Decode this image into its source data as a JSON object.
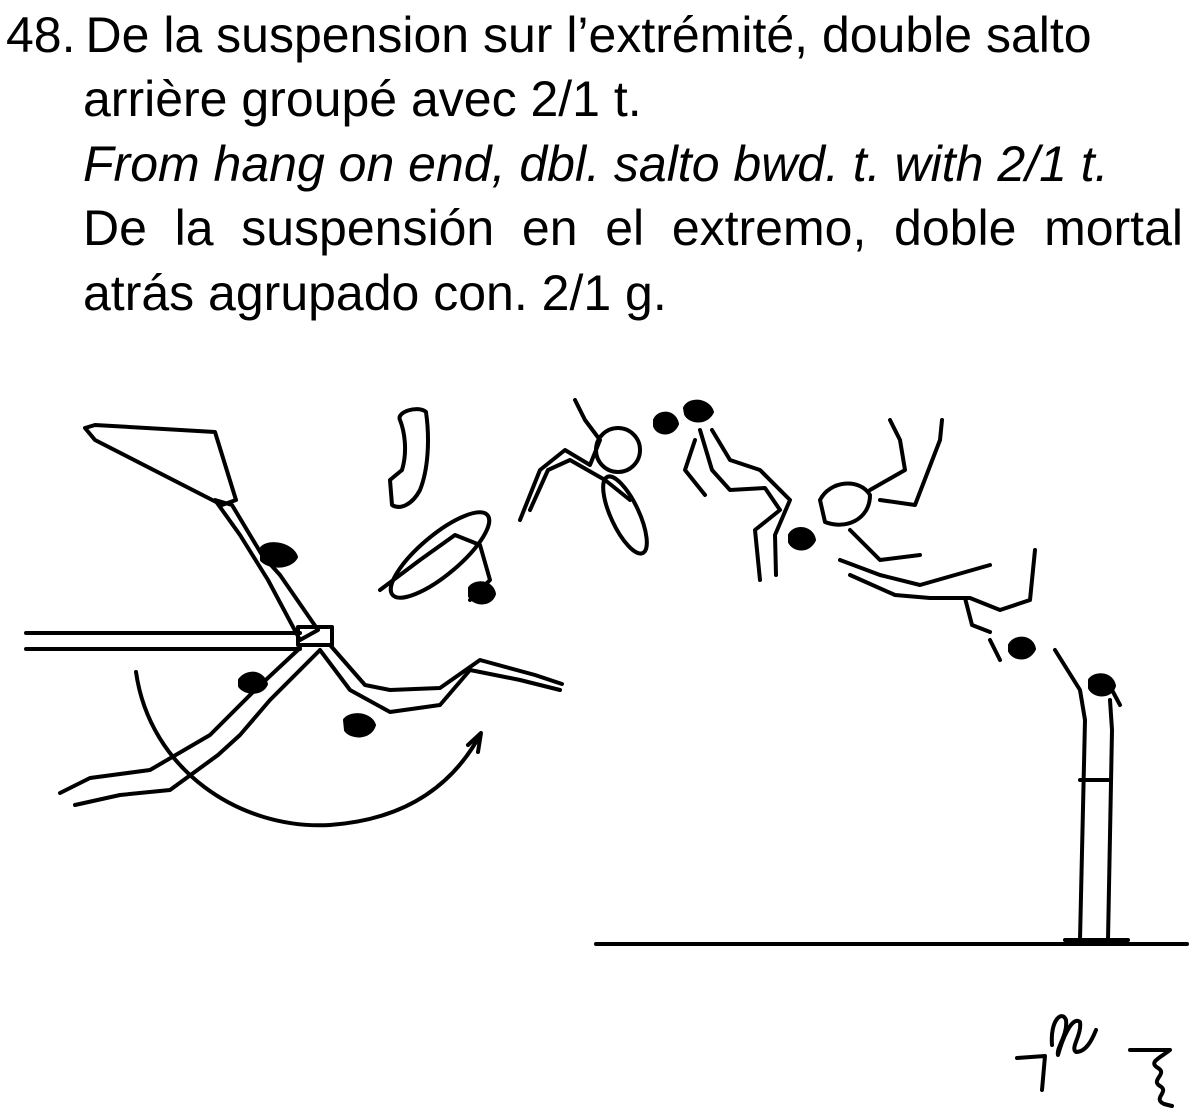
{
  "element": {
    "number": "48.",
    "french_line1": "De la suspension sur l’extrémité, double salto",
    "french_line2": "arrière groupé avec 2/1 t.",
    "english": "From hang on end, dbl. salto bwd. t. with 2/1 t.",
    "spanish_line1": "De la suspensión en el extremo, doble mortal",
    "spanish_line2": "atrás agrupado con. 2/1 g."
  },
  "illustration": {
    "subject": "gymnast-dismount-sequence",
    "signature": "Ille"
  }
}
